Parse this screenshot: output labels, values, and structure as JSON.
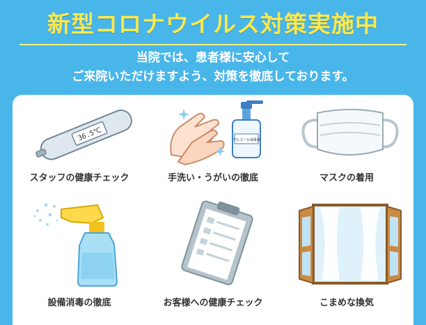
{
  "header": {
    "title": "新型コロナウイルス対策実施中",
    "subtitle_line1": "当院では、患者様に安心して",
    "subtitle_line2": "ご来院いただけますよう、対策を徹底しております。"
  },
  "items": [
    {
      "label": "スタッフの健康チェック",
      "icon": "thermometer-icon",
      "thermometer_text": "36.5℃"
    },
    {
      "label": "手洗い・うがいの徹底",
      "icon": "hand-sanitizer-icon",
      "bottle_text": "アルコール消毒液"
    },
    {
      "label": "マスクの着用",
      "icon": "mask-icon"
    },
    {
      "label": "設備消毒の徹底",
      "icon": "spray-bottle-icon"
    },
    {
      "label": "お客様への健康チェック",
      "icon": "clipboard-icon"
    },
    {
      "label": "こまめな換気",
      "icon": "open-window-icon"
    }
  ],
  "colors": {
    "background": "#49b6ea",
    "title": "#ffe94a",
    "panel": "#ffffff",
    "text": "#333333"
  }
}
